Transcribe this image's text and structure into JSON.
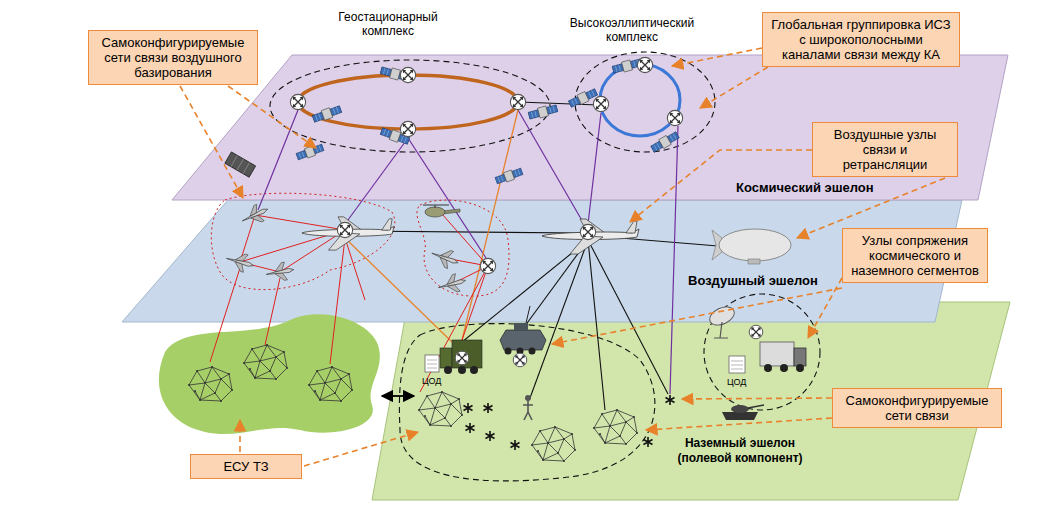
{
  "diagram": {
    "nodes": [
      {
        "text": [
          "Самоконфигурируемые сети связи воздушного базирования"
        ]
      },
      {
        "text": [
          "Глобальная группировка ИСЗ с широкополосными каналами связи между КА"
        ]
      },
      {
        "text": [
          "Космический эшелон"
        ]
      },
      {
        "text": [
          "Воздушные узлы связи и ретрансляции"
        ]
      },
      {
        "text": [
          "Воздушный эшелон"
        ]
      },
      {
        "text": [
          "Узлы сопряжения космического и наземного сегментов"
        ]
      },
      {
        "text": [
          "Наземный эшелон (полевой компонент)"
        ]
      },
      {
        "text": [
          "Самоконфигурируемые сети связи"
        ]
      },
      {
        "text": [
          "ЕСУ ТЗ"
        ]
      }
    ],
    "labels": [
      "Геостационарный комплекс",
      "Высокоэллиптический комплекс",
      "ЦОД",
      "ЦОД"
    ]
  }
}
